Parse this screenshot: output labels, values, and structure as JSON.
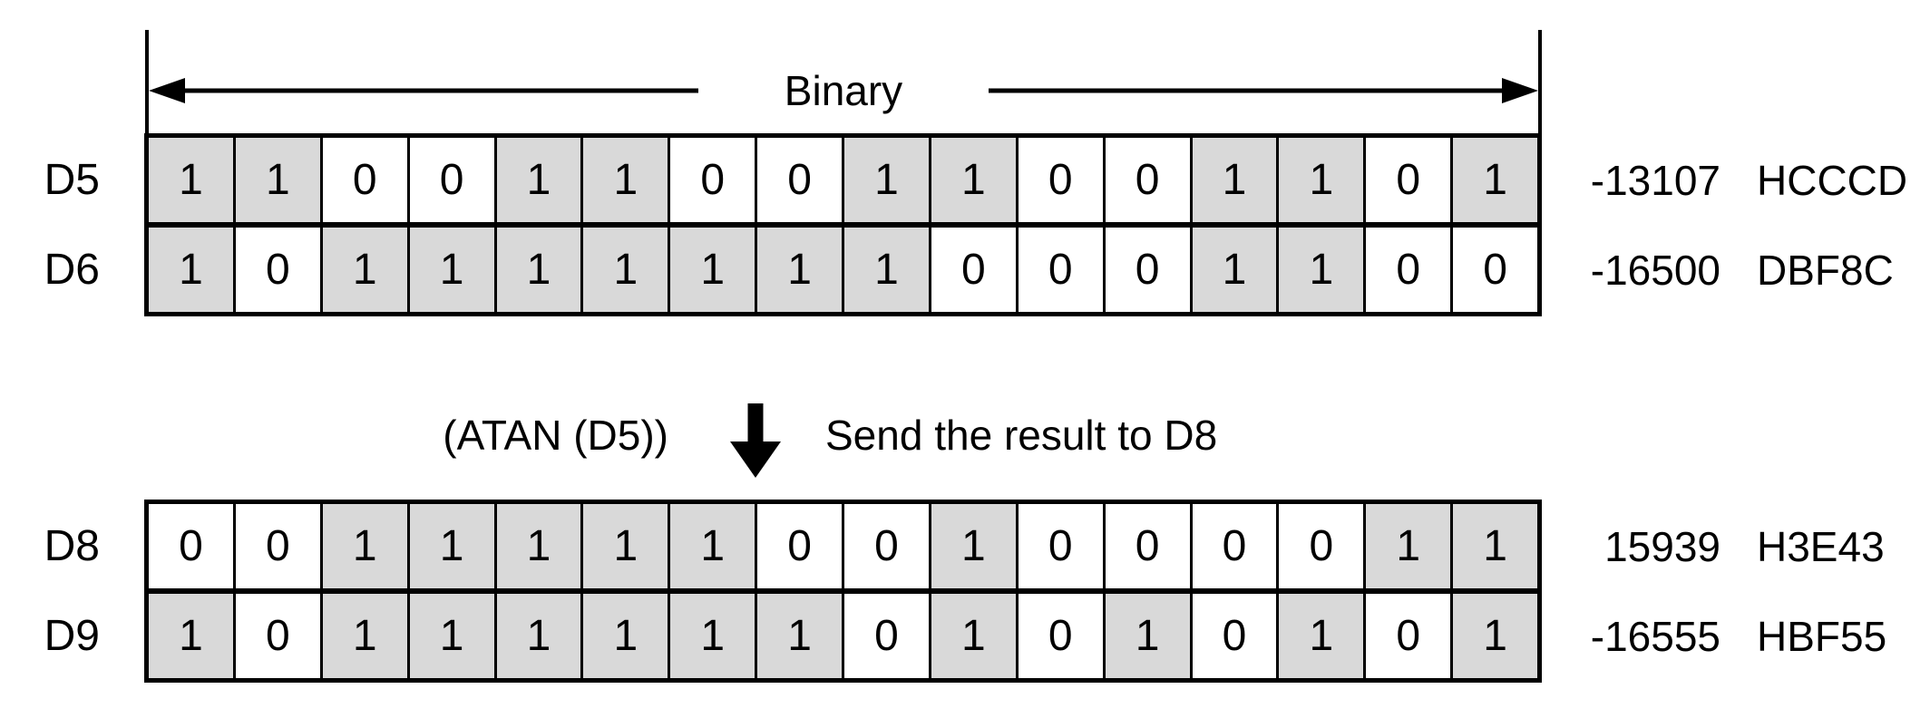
{
  "header": {
    "label": "Binary"
  },
  "operation": {
    "expression": "(ATAN (D5))",
    "arrow_icon": "down-arrow",
    "note": "Send the result to D8"
  },
  "colors": {
    "bit_on_fill": "#d9d9d9",
    "bit_off_fill": "#ffffff",
    "line": "#000000"
  },
  "groups": [
    {
      "rows": [
        {
          "name": "D5",
          "bits": [
            1,
            1,
            0,
            0,
            1,
            1,
            0,
            0,
            1,
            1,
            0,
            0,
            1,
            1,
            0,
            1
          ],
          "decimal": "-13107",
          "hex": "HCCCD"
        },
        {
          "name": "D6",
          "bits": [
            1,
            0,
            1,
            1,
            1,
            1,
            1,
            1,
            1,
            0,
            0,
            0,
            1,
            1,
            0,
            0
          ],
          "decimal": "-16500",
          "hex": "DBF8C"
        }
      ]
    },
    {
      "rows": [
        {
          "name": "D8",
          "bits": [
            0,
            0,
            1,
            1,
            1,
            1,
            1,
            0,
            0,
            1,
            0,
            0,
            0,
            0,
            1,
            1
          ],
          "decimal": "15939",
          "hex": "H3E43"
        },
        {
          "name": "D9",
          "bits": [
            1,
            0,
            1,
            1,
            1,
            1,
            1,
            1,
            0,
            1,
            0,
            1,
            0,
            1,
            0,
            1
          ],
          "decimal": "-16555",
          "hex": "HBF55"
        }
      ]
    }
  ]
}
